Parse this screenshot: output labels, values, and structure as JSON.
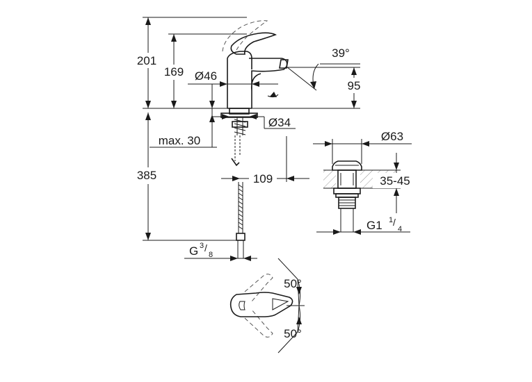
{
  "dimensions": {
    "total_height": "201",
    "spout_height": "169",
    "body_diameter": "Ø46",
    "spout_angle": "39°",
    "outlet_height": "95",
    "base_diameter": "Ø34",
    "counter_thickness": "max. 30",
    "hose_length": "385",
    "spout_reach": "109",
    "connection_main": "G",
    "connection_sup": "3",
    "connection_sub": "8",
    "waste_diameter": "Ø63",
    "waste_range": "35-45",
    "waste_thread_main": "G1",
    "waste_thread_sup": "1",
    "waste_thread_sub": "4",
    "lever_angle_up": "50°",
    "lever_angle_down": "50°"
  }
}
